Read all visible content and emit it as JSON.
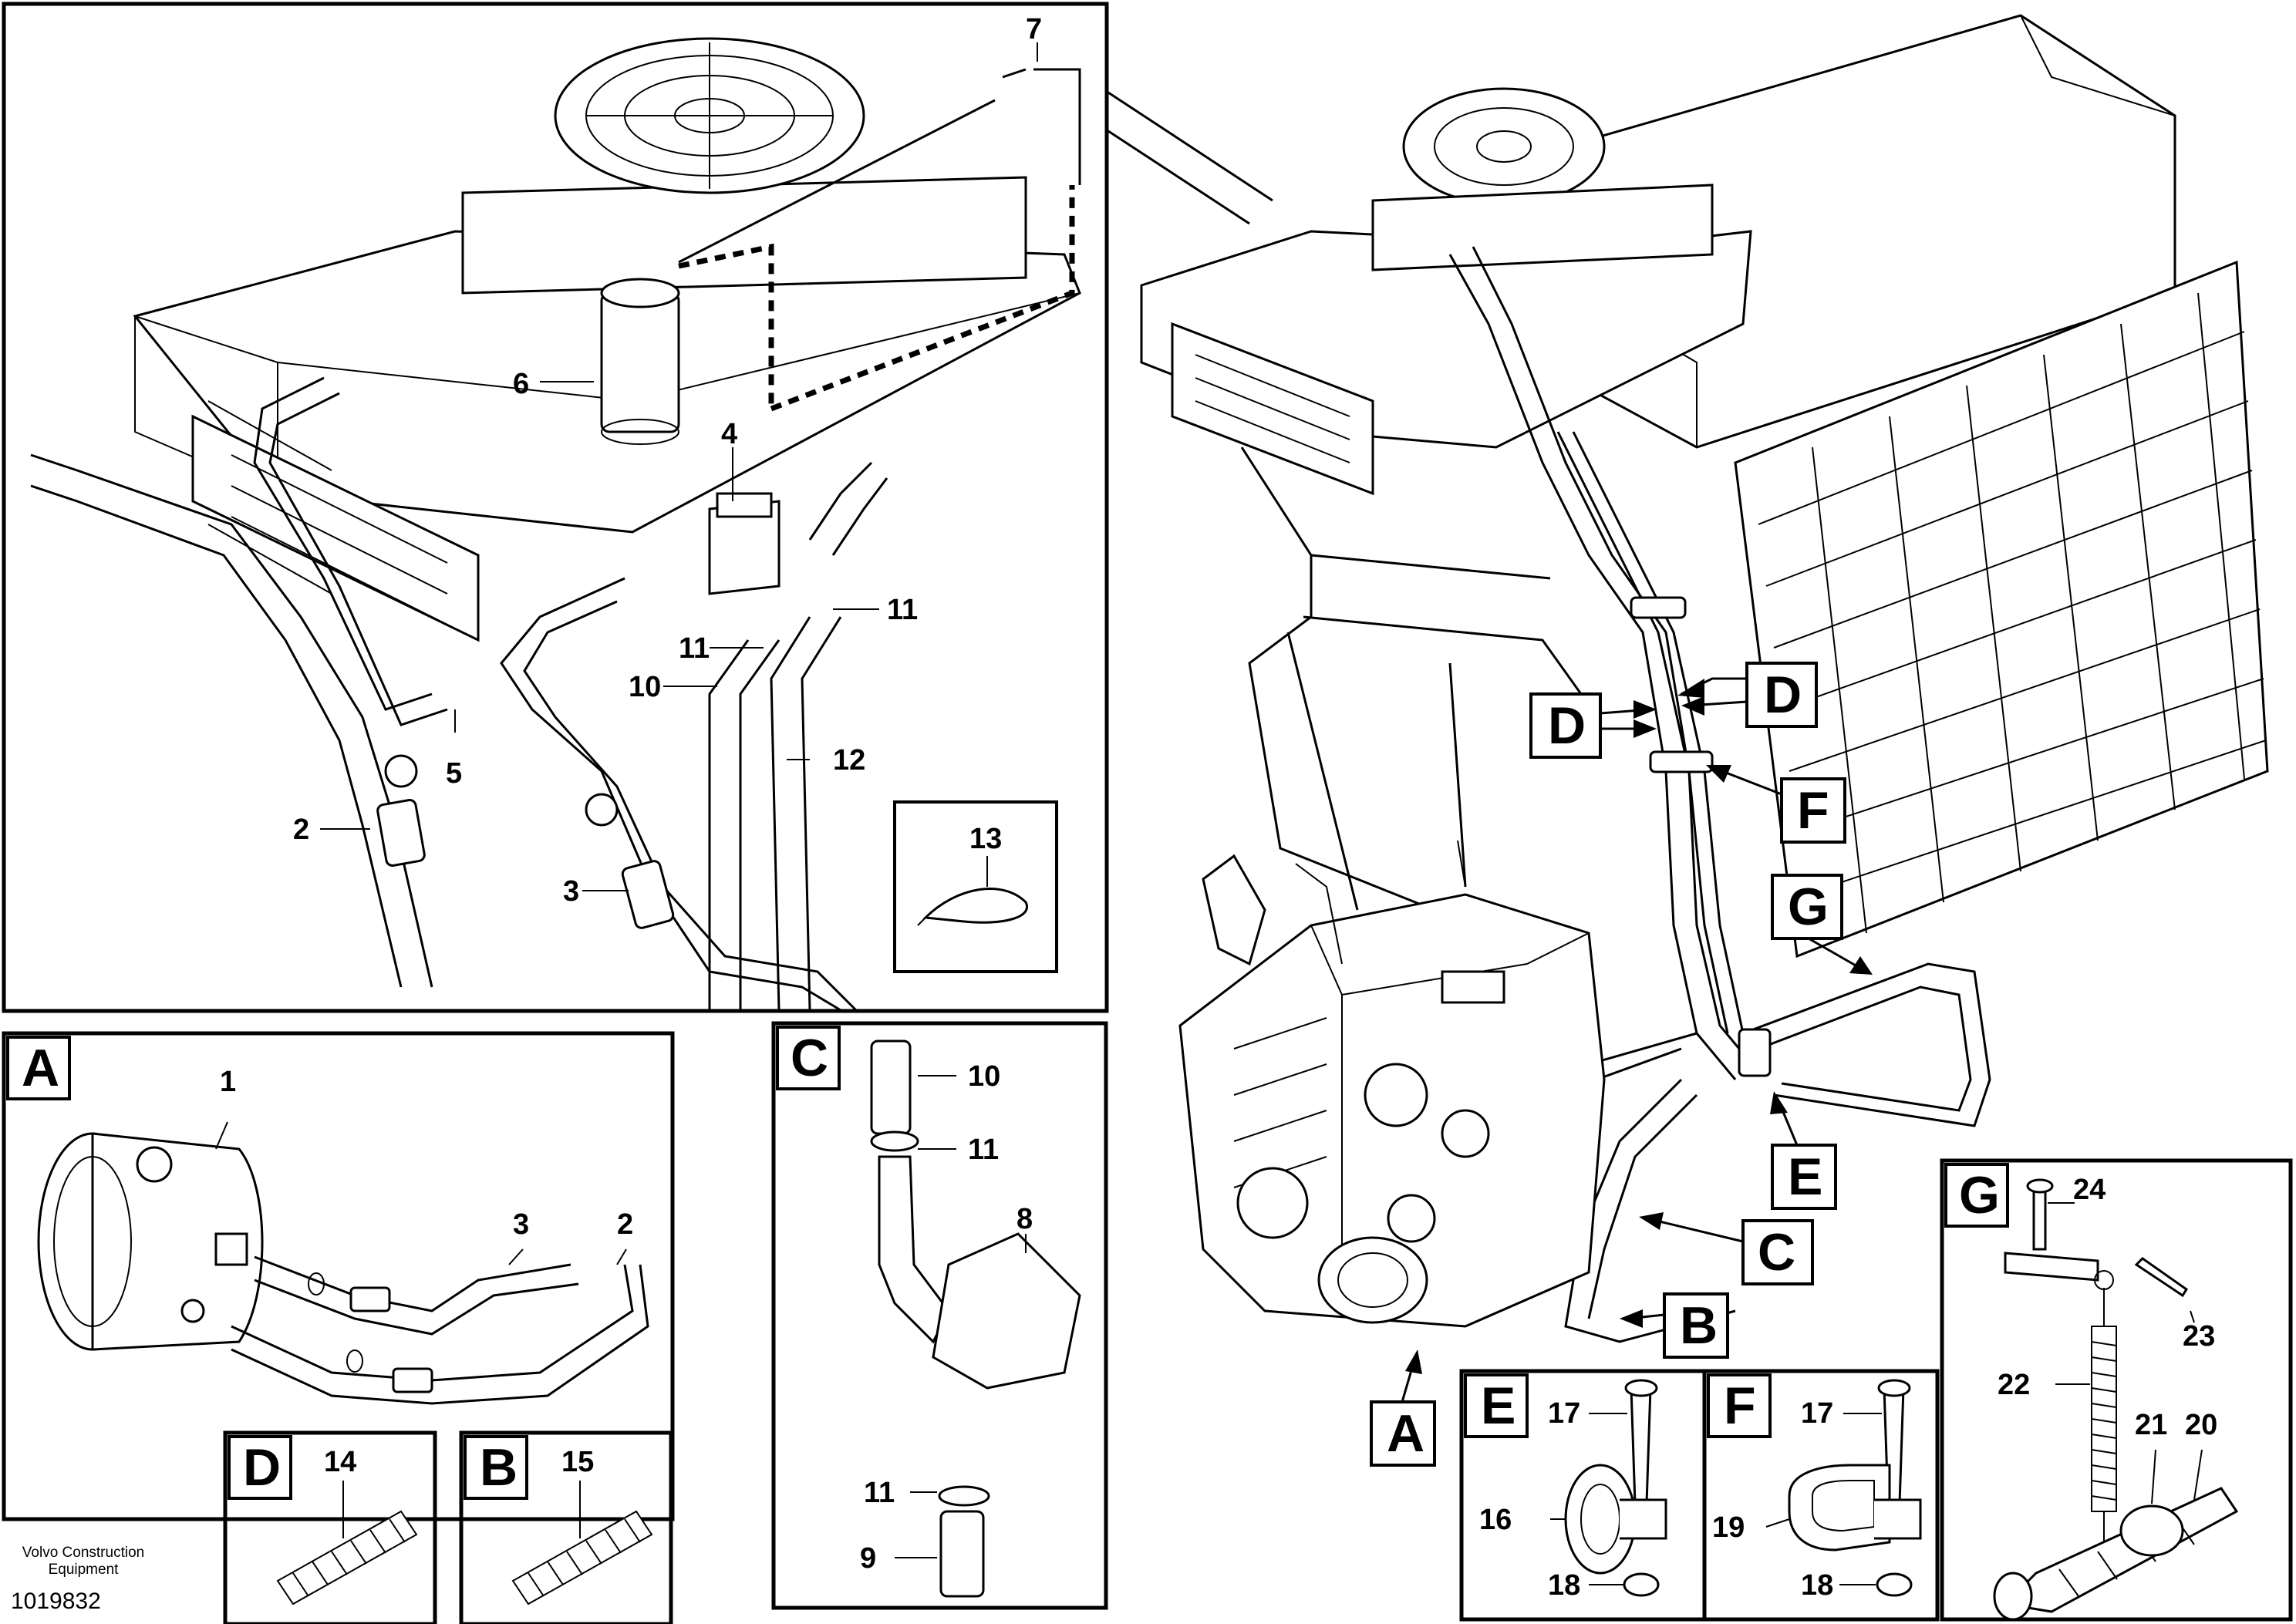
{
  "callouts": {
    "main": [
      "7",
      "6",
      "4",
      "11",
      "11",
      "10",
      "12",
      "5",
      "2",
      "3",
      "13"
    ],
    "detail_a": [
      "1",
      "3",
      "2"
    ],
    "detail_c": [
      "10",
      "11",
      "8",
      "11",
      "9"
    ],
    "detail_d": [
      "14"
    ],
    "detail_b": [
      "15"
    ],
    "detail_e": [
      "17",
      "16",
      "18"
    ],
    "detail_f": [
      "17",
      "19",
      "18"
    ],
    "detail_g": [
      "24",
      "23",
      "22",
      "21",
      "20"
    ]
  },
  "view_letters": {
    "detail_a": "A",
    "detail_c": "C",
    "detail_d": "D",
    "detail_b": "B",
    "detail_e": "E",
    "detail_f": "F",
    "detail_g": "G",
    "right_d1": "D",
    "right_d2": "D",
    "right_f": "F",
    "right_g": "G",
    "right_e": "E",
    "right_c": "C",
    "right_b": "B",
    "right_a": "A"
  },
  "footer": {
    "brand": "Volvo Construction Equipment",
    "doc_number": "1019832"
  }
}
